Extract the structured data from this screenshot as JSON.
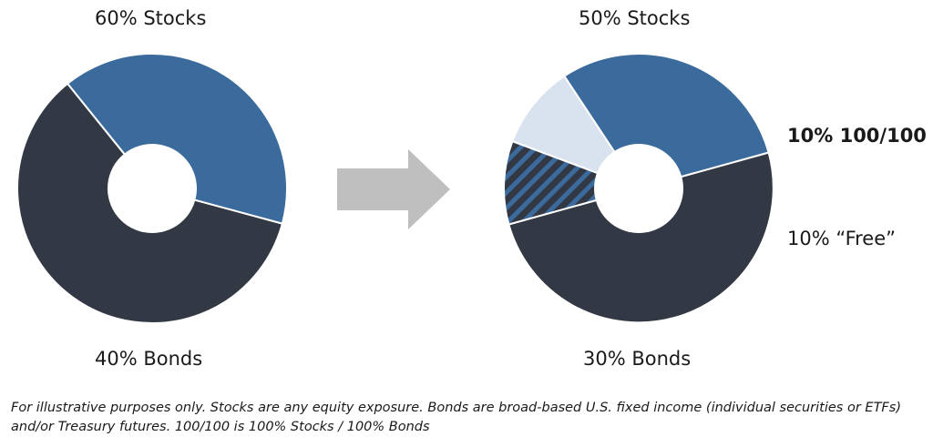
{
  "chart_data": [
    {
      "type": "pie",
      "slices": [
        {
          "label": "60% Stocks",
          "value": 60,
          "color": "#333944",
          "pattern": "none"
        },
        {
          "label": "40% Bonds",
          "value": 40,
          "color": "#3b6a9c",
          "pattern": "none"
        }
      ]
    },
    {
      "type": "pie",
      "slices": [
        {
          "label": "50% Stocks",
          "value": 50,
          "color": "#333944",
          "pattern": "none"
        },
        {
          "label": "10% 100/100",
          "value": 10,
          "color": "#333944",
          "pattern": "diagonal-stripes",
          "pattern_color": "#3b6a9c"
        },
        {
          "label": "10% “Free”",
          "value": 10,
          "color": "#d9e3ef",
          "pattern": "none"
        },
        {
          "label": "30% Bonds",
          "value": 30,
          "color": "#3b6a9c",
          "pattern": "none"
        }
      ]
    }
  ],
  "arrow_color": "#bfbfbf",
  "footnote": "For illustrative purposes only. Stocks are any equity exposure.  Bonds are broad-based U.S. fixed income (individual securities or ETFs) and/or Treasury futures. 100/100 is 100% Stocks / 100% Bonds"
}
